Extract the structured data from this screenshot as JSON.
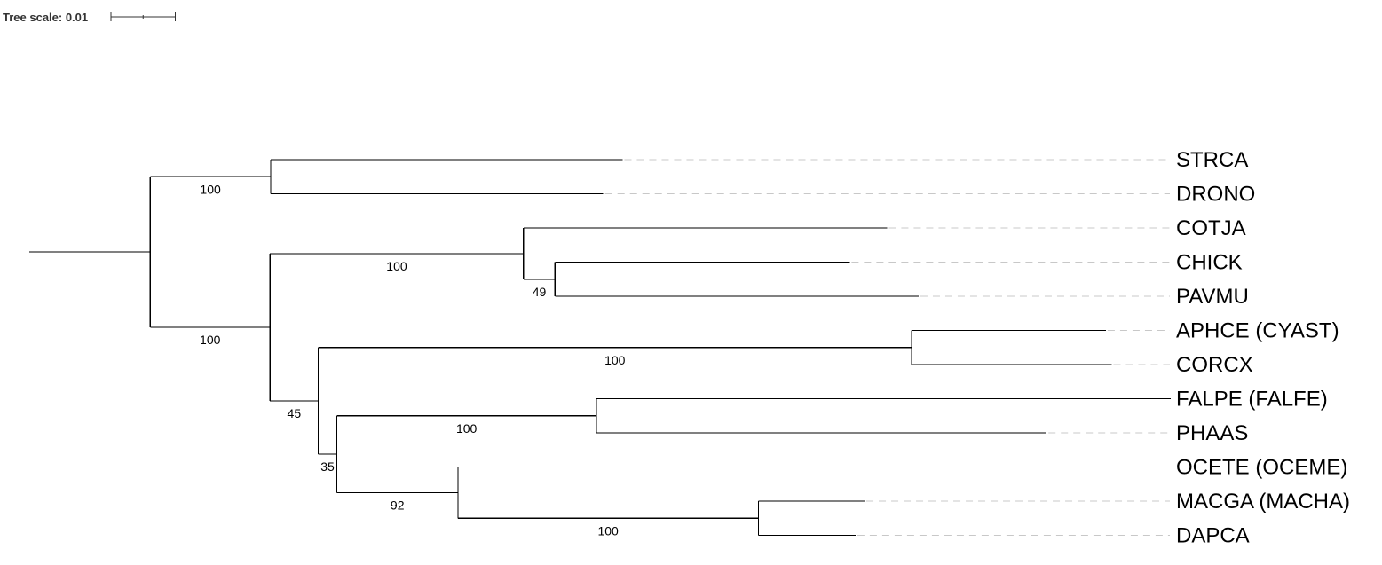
{
  "scale": {
    "label": "Tree scale: 0.01",
    "value": 0.01
  },
  "colors": {
    "branch": "#000000",
    "guide": "#c8c8c8"
  },
  "tree": {
    "support": null,
    "children": [
      {
        "support": null,
        "length": 0.0188,
        "children": [
          {
            "support": "100",
            "length": 0.0187,
            "children": [
              {
                "name": "STRCA",
                "length": 0.0547
              },
              {
                "name": "DRONO",
                "length": 0.0517
              }
            ]
          },
          {
            "support": "100",
            "length": 0.0186,
            "children": [
              {
                "support": "100",
                "length": 0.0394,
                "children": [
                  {
                    "name": "COTJA",
                    "length": 0.0565
                  },
                  {
                    "support": "49",
                    "length": 0.0049,
                    "children": [
                      {
                        "name": "CHICK",
                        "length": 0.0458
                      },
                      {
                        "name": "PAVMU",
                        "length": 0.0565
                      }
                    ]
                  }
                ]
              },
              {
                "support": "45",
                "length": 0.0075,
                "children": [
                  {
                    "support": "100",
                    "length": 0.0922,
                    "children": [
                      {
                        "name": "APHCE (CYAST)",
                        "length": 0.0302
                      },
                      {
                        "name": "CORCX",
                        "length": 0.0311
                      }
                    ]
                  },
                  {
                    "support": "35",
                    "length": 0.0029,
                    "children": [
                      {
                        "support": "100",
                        "length": 0.0403,
                        "children": [
                          {
                            "name": "FALPE (FALFE)",
                            "length": 0.0893
                          },
                          {
                            "name": "PHAAS",
                            "length": 0.07
                          }
                        ]
                      },
                      {
                        "support": "92",
                        "length": 0.0188,
                        "children": [
                          {
                            "name": "OCETE (OCEME)",
                            "length": 0.0736
                          },
                          {
                            "support": "100",
                            "length": 0.0467,
                            "children": [
                              {
                                "name": "MACGA (MACHA)",
                                "length": 0.0165
                              },
                              {
                                "name": "DAPCA",
                                "length": 0.0151
                              }
                            ]
                          }
                        ]
                      }
                    ]
                  }
                ]
              }
            ]
          }
        ]
      }
    ]
  }
}
